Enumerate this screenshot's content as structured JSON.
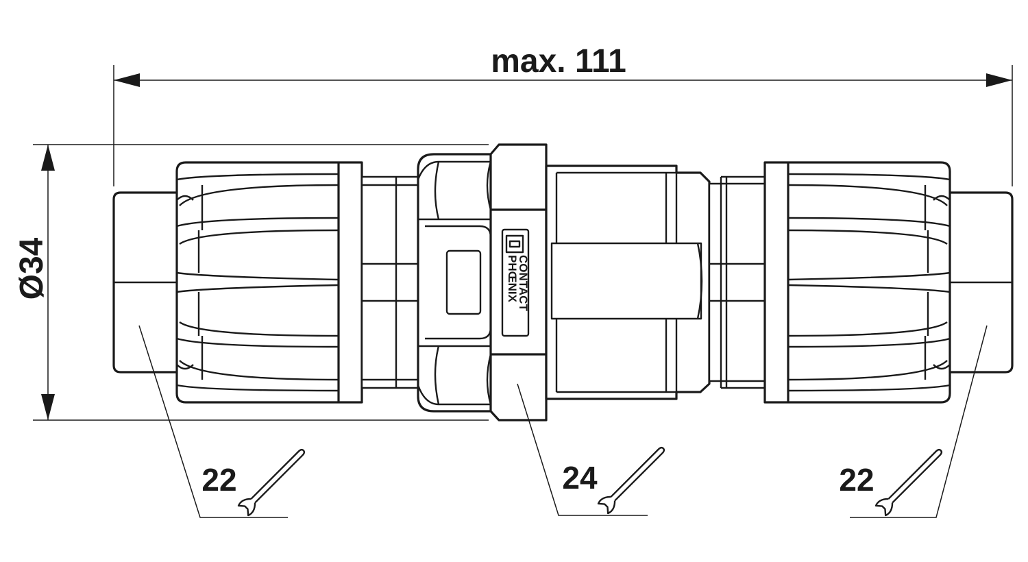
{
  "dimensions": {
    "overall_length": "max. 111",
    "diameter": "Ø34"
  },
  "wrench_sizes": [
    {
      "label": "22",
      "icon": "wrench-icon"
    },
    {
      "label": "24",
      "icon": "wrench-icon"
    },
    {
      "label": "22",
      "icon": "wrench-icon"
    }
  ],
  "brand": {
    "line1": "PHŒNIX",
    "line2": "CONTACT",
    "icon": "phoenix-contact-logo-icon"
  }
}
